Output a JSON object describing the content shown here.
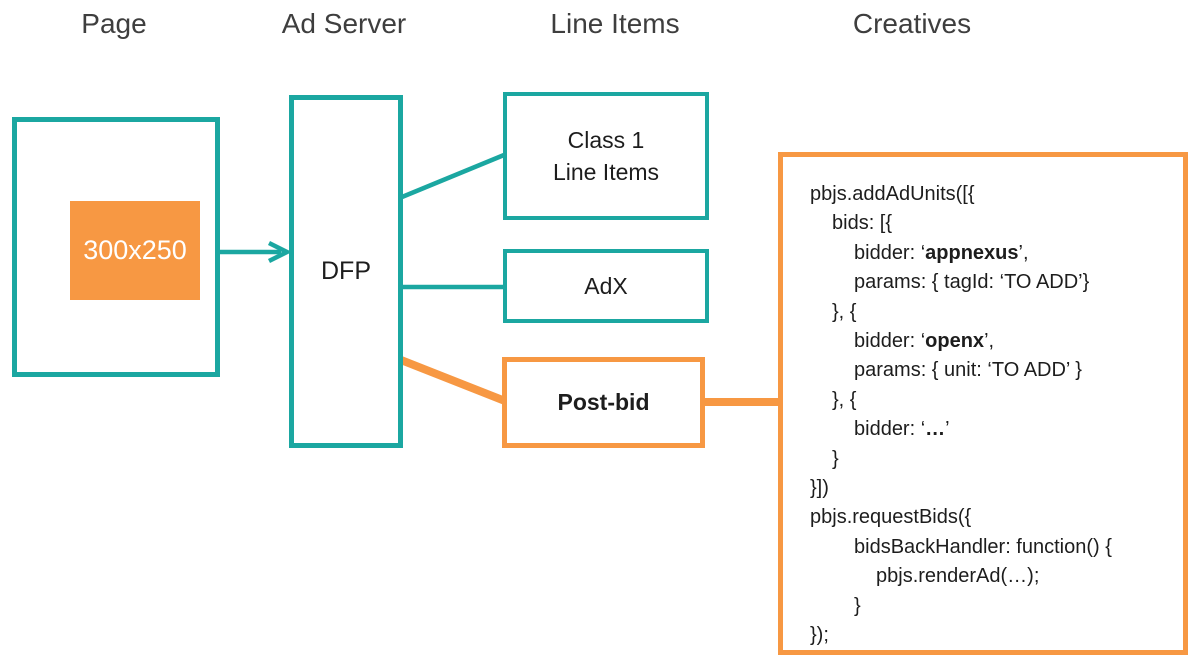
{
  "colors": {
    "teal": "#1ba7a1",
    "orange": "#f79843",
    "header_text": "#3e3e3e",
    "code_text": "#1d1d1d",
    "ad_slot_text": "#ffffff"
  },
  "column_headers": [
    {
      "label": "Page"
    },
    {
      "label": "Ad Server"
    },
    {
      "label": "Line Items"
    },
    {
      "label": "Creatives"
    }
  ],
  "page": {
    "ad_slot_label": "300x250"
  },
  "ad_server": {
    "dfp_label": "DFP"
  },
  "line_items": {
    "class1_line1": "Class 1",
    "class1_line2": "Line Items",
    "adx_label": "AdX",
    "postbid_label": "Post-bid"
  },
  "creatives": {
    "code_lines": [
      {
        "indent": 0,
        "segments": [
          {
            "t": "pbjs.addAdUnits([{"
          }
        ]
      },
      {
        "indent": 1,
        "segments": [
          {
            "t": "bids: [{"
          }
        ]
      },
      {
        "indent": 2,
        "segments": [
          {
            "t": "bidder: ‘"
          },
          {
            "t": "appnexus",
            "b": true
          },
          {
            "t": "’,"
          }
        ]
      },
      {
        "indent": 2,
        "segments": [
          {
            "t": "params: { tagId: ‘TO ADD’}"
          }
        ]
      },
      {
        "indent": 1,
        "segments": [
          {
            "t": "}, {"
          }
        ]
      },
      {
        "indent": 2,
        "segments": [
          {
            "t": "bidder: ‘"
          },
          {
            "t": "openx",
            "b": true
          },
          {
            "t": "’,"
          }
        ]
      },
      {
        "indent": 2,
        "segments": [
          {
            "t": "params: { unit: ‘TO ADD’ }"
          }
        ]
      },
      {
        "indent": 1,
        "segments": [
          {
            "t": "}, {"
          }
        ]
      },
      {
        "indent": 2,
        "segments": [
          {
            "t": "bidder: ‘"
          },
          {
            "t": "…",
            "b": true
          },
          {
            "t": "’"
          }
        ]
      },
      {
        "indent": 1,
        "segments": [
          {
            "t": "}"
          }
        ]
      },
      {
        "indent": 0,
        "segments": [
          {
            "t": "}])"
          }
        ]
      },
      {
        "indent": 0,
        "segments": [
          {
            "t": "pbjs.requestBids({"
          }
        ]
      },
      {
        "indent": 2,
        "segments": [
          {
            "t": "bidsBackHandler: function() {"
          }
        ]
      },
      {
        "indent": 3,
        "segments": [
          {
            "t": "pbjs.renderAd(…);"
          }
        ]
      },
      {
        "indent": 2,
        "segments": [
          {
            "t": "}"
          }
        ]
      },
      {
        "indent": 0,
        "segments": [
          {
            "t": "});"
          }
        ]
      }
    ]
  }
}
